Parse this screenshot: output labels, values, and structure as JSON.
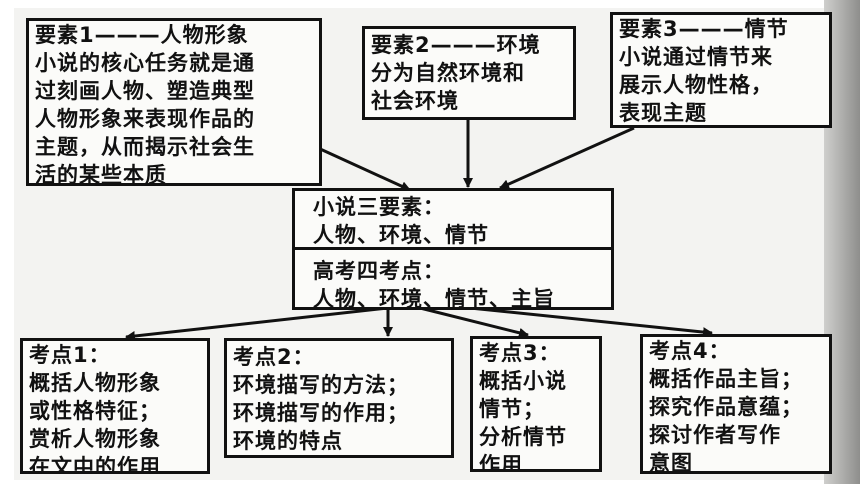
{
  "element1": {
    "lines": [
      "要素1———人物形象",
      "小说的核心任务就是通",
      "过刻画人物、塑造典型",
      "人物形象来表现作品的",
      "主题，从而揭示社会生",
      "活的某些本质"
    ]
  },
  "element2": {
    "lines": [
      "要素2———环境",
      "分为自然环境和",
      "社会环境"
    ]
  },
  "element3": {
    "lines": [
      "要素3———情节",
      "小说通过情节来",
      "展示人物性格，",
      "表现主题"
    ]
  },
  "center": {
    "top_lines": [
      "小说三要素：",
      "人物、环境、情节"
    ],
    "bottom_lines": [
      "高考四考点：",
      "人物、环境、情节、主旨"
    ]
  },
  "points": [
    {
      "lines": [
        "考点1：",
        "概括人物形象",
        "或性格特征；",
        "赏析人物形象",
        "在文中的作用"
      ]
    },
    {
      "lines": [
        "考点2：",
        "环境描写的方法；",
        "环境描写的作用；",
        "环境的特点"
      ]
    },
    {
      "lines": [
        "考点3：",
        "概括小说",
        "情节；",
        "分析情节",
        "作用"
      ]
    },
    {
      "lines": [
        "考点4：",
        "概括作品主旨；",
        "探究作品意蕴；",
        "探讨作者写作",
        "意图"
      ]
    }
  ]
}
